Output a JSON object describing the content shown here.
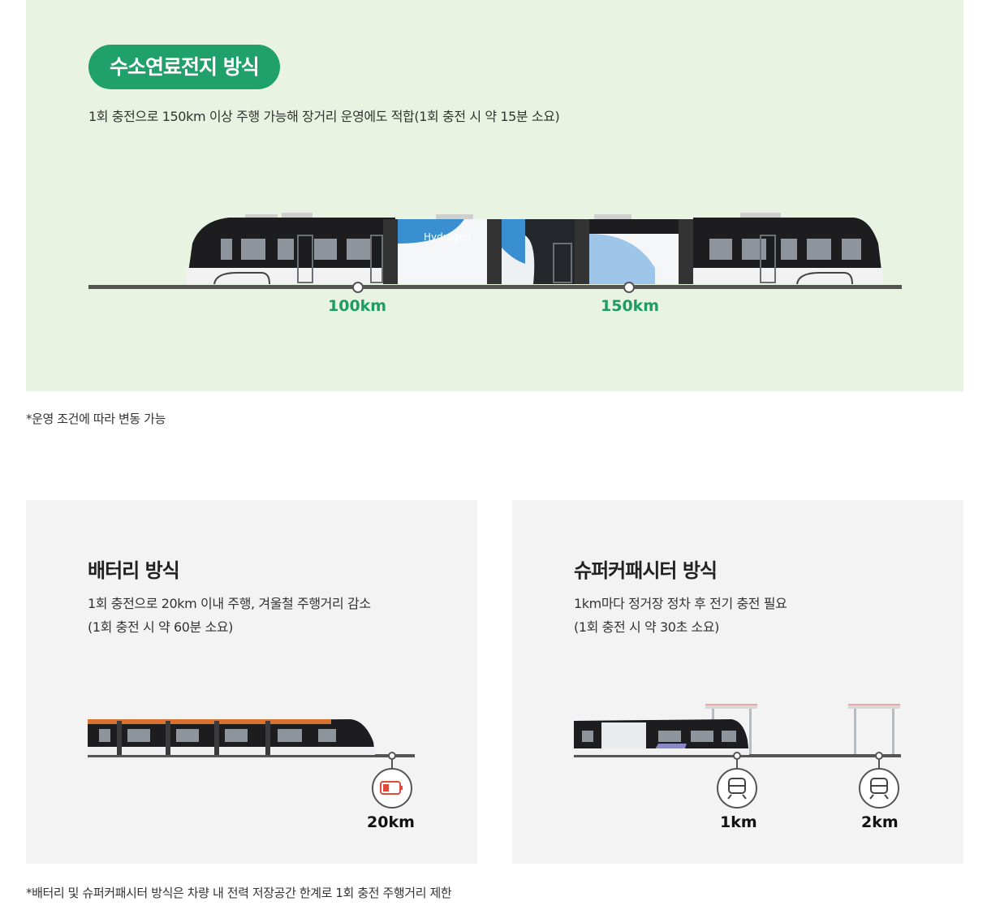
{
  "hydrogen": {
    "badge": "수소연료전지 방식",
    "description": "1회 충전으로 150km 이상 주행 가능해 장거리 운영에도 적합(1회 충전 시 약 15분 소요)",
    "train_logo": "Hydrogen",
    "markers": [
      "100km",
      "150km"
    ],
    "accent_color": "#20a06a"
  },
  "note_top": "*운영 조건에 따라 변동 가능",
  "battery": {
    "title": "배터리 방식",
    "line1": "1회 충전으로 20km 이내 주행, 겨울철 주행거리 감소",
    "line2": "(1회 충전 시 약 60분 소요)",
    "marker": "20km",
    "icon": "battery-low-icon"
  },
  "supercap": {
    "title": "슈퍼커패시터 방식",
    "line1": "1km마다 정거장 정차 후 전기 충전 필요",
    "line2": "(1회 충전 시 약 30초 소요)",
    "markers": [
      "1km",
      "2km"
    ],
    "icon": "train-icon"
  },
  "note_bottom": "*배터리 및 슈퍼커패시터 방식은 차량 내 전력 저장공간 한계로 1회 충전 주행거리 제한"
}
